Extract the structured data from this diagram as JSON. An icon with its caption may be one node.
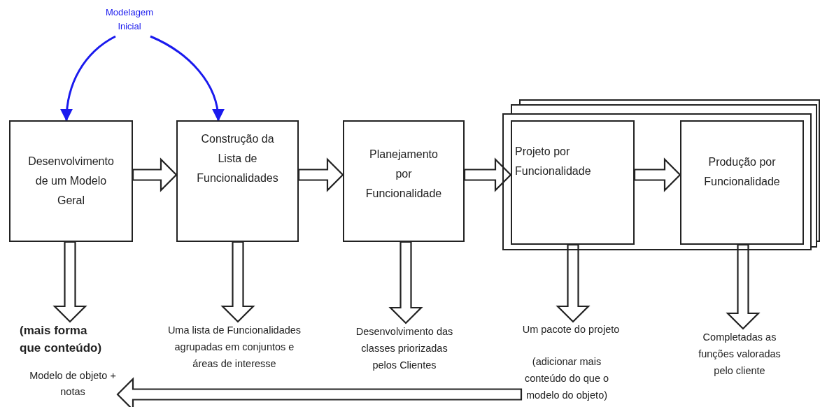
{
  "diagram": {
    "nodes": [
      {
        "text": [
          "Modelagem Inicial"
        ]
      },
      {
        "text": [
          "Desenvolvimento de um Modelo Geral"
        ]
      },
      {
        "text": [
          "Construção da Lista de Funcionalidades"
        ]
      },
      {
        "text": [
          "Planejamento por Funcionalidade"
        ]
      },
      {
        "text": [],
        "shape": "box"
      },
      {
        "text": [
          "Projeto por Funcionalidade"
        ],
        "in": 4
      },
      {
        "text": [
          "Produção por Funcionalidade"
        ],
        "in": 4
      },
      {
        "text": [
          "(mais forma que conteúdo)"
        ]
      },
      {
        "text": [
          "Modelo de objeto + notas"
        ]
      },
      {
        "text": [
          "Uma lista de Funcionalidades agrupadas em conjuntos e áreas de interesse"
        ]
      },
      {
        "text": [
          "Desenvolvimento das classes priorizadas pelos Clientes"
        ]
      },
      {
        "text": [
          "Um pacote do projeto"
        ]
      },
      {
        "text": [
          "(adicionar mais conteúdo do que o modelo do objeto)"
        ]
      },
      {
        "text": [
          "Completadas as funções valoradas pelo cliente"
        ]
      }
    ],
    "edges": [
      {
        "from": 0,
        "to": 1,
        "arrow": "to",
        "color": "#1a1aee"
      },
      {
        "from": 0,
        "to": 2,
        "arrow": "to",
        "color": "#1a1aee"
      },
      {
        "from": 1,
        "to": 2,
        "arrow": "to"
      },
      {
        "from": 2,
        "to": 3,
        "arrow": "to"
      },
      {
        "from": 3,
        "to": 5,
        "arrow": "to"
      },
      {
        "from": 5,
        "to": 6,
        "arrow": "to"
      },
      {
        "from": 1,
        "to": 7,
        "arrow": "to"
      },
      {
        "from": 2,
        "to": 9,
        "arrow": "to"
      },
      {
        "from": 3,
        "to": 10,
        "arrow": "to"
      },
      {
        "from": 5,
        "to": 11,
        "arrow": "to"
      },
      {
        "from": 6,
        "to": 13,
        "arrow": "to"
      },
      {
        "from": 12,
        "to": 8,
        "arrow": "to"
      }
    ]
  }
}
